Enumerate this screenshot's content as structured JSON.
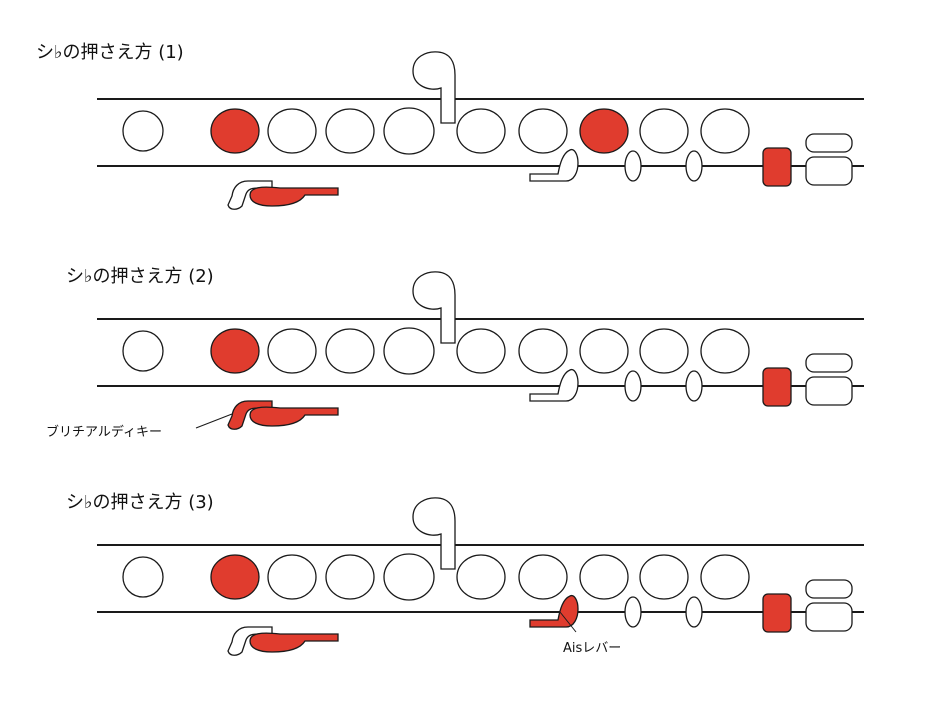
{
  "colors": {
    "pressed": "#e03c2e",
    "open": "#ffffff",
    "stroke": "#1a1a1a"
  },
  "diagrams": [
    {
      "title": "シ♭の押さえ方 (1)",
      "main_keys_pressed": [
        false,
        true,
        false,
        false,
        false,
        false,
        false,
        true,
        false,
        false
      ],
      "thumb_brille_pressed": false,
      "thumb_lever_pressed": true,
      "ais_lever_pressed": false,
      "trill_lever_pressed": false,
      "footkey_pressed": true,
      "callout": null
    },
    {
      "title": "シ♭の押さえ方 (2)",
      "main_keys_pressed": [
        false,
        true,
        false,
        false,
        false,
        false,
        false,
        false,
        false,
        false
      ],
      "thumb_brille_pressed": true,
      "thumb_lever_pressed": true,
      "ais_lever_pressed": false,
      "trill_lever_pressed": false,
      "footkey_pressed": true,
      "callout": {
        "text": "ブリチアルディキー",
        "target": "thumb_brille"
      }
    },
    {
      "title": "シ♭の押さえ方 (3)",
      "main_keys_pressed": [
        false,
        true,
        false,
        false,
        false,
        false,
        false,
        false,
        false,
        false
      ],
      "thumb_brille_pressed": false,
      "thumb_lever_pressed": true,
      "ais_lever_pressed": true,
      "trill_lever_pressed": true,
      "footkey_pressed": true,
      "callout": {
        "text": "Aisレバー",
        "target": "ais_lever"
      }
    }
  ]
}
